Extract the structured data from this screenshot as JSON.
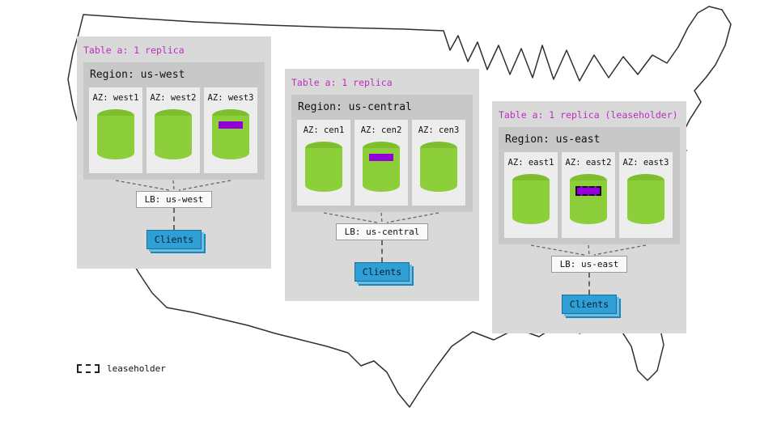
{
  "colors": {
    "panel_bg": "#d9d9d9",
    "region_bg": "#c8c8c8",
    "az_card_bg": "#ededed",
    "cylinder_green": "#8ccf3a",
    "cylinder_top_green": "#7dbf2e",
    "replica_bar_purple": "#9100d6",
    "header_text_purple": "#bb2fbf",
    "clients_blue": "#2f9fd6",
    "map_outline": "#2f2f2f"
  },
  "legend": {
    "label": "leaseholder"
  },
  "panels": [
    {
      "header": "Table a: 1 replica",
      "region_title": "Region: us-west",
      "azs": [
        {
          "label": "AZ: west1",
          "marker": "none"
        },
        {
          "label": "AZ: west2",
          "marker": "none"
        },
        {
          "label": "AZ: west3",
          "marker": "replica"
        }
      ],
      "lb_label": "LB: us-west",
      "clients_label": "Clients"
    },
    {
      "header": "Table a: 1 replica",
      "region_title": "Region: us-central",
      "azs": [
        {
          "label": "AZ: cen1",
          "marker": "none"
        },
        {
          "label": "AZ: cen2",
          "marker": "replica"
        },
        {
          "label": "AZ: cen3",
          "marker": "none"
        }
      ],
      "lb_label": "LB: us-central",
      "clients_label": "Clients"
    },
    {
      "header": "Table a: 1 replica (leaseholder)",
      "region_title": "Region: us-east",
      "azs": [
        {
          "label": "AZ: east1",
          "marker": "none"
        },
        {
          "label": "AZ: east2",
          "marker": "leaseholder"
        },
        {
          "label": "AZ: east3",
          "marker": "none"
        }
      ],
      "lb_label": "LB: us-east",
      "clients_label": "Clients"
    }
  ]
}
